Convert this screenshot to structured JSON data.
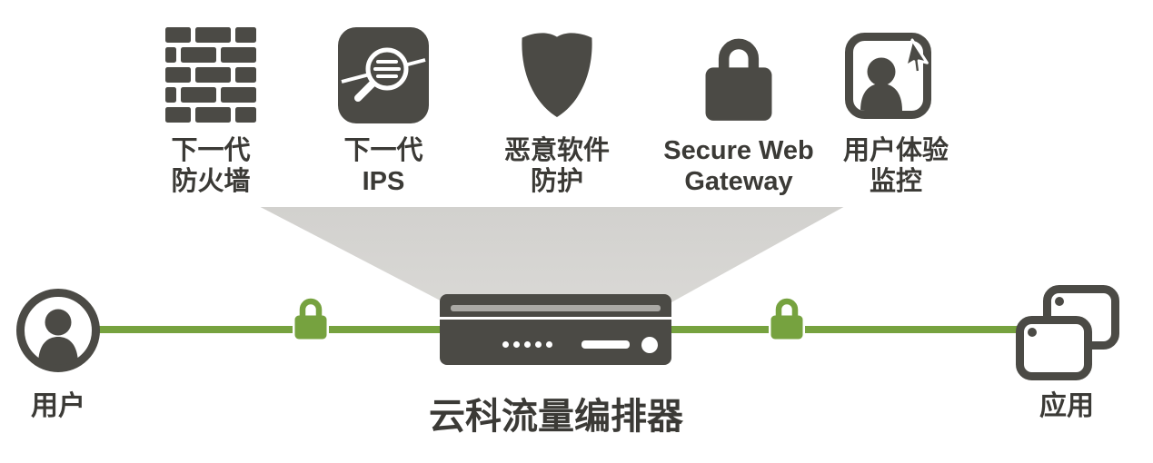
{
  "diagram": {
    "services": [
      {
        "icon": "firewall-icon",
        "label_line1": "下一代",
        "label_line2": "防火墙"
      },
      {
        "icon": "ips-magnifier-icon",
        "label_line1": "下一代",
        "label_line2": "IPS"
      },
      {
        "icon": "shield-icon",
        "label_line1": "恶意软件",
        "label_line2": "防护"
      },
      {
        "icon": "lock-icon",
        "label_line1": "Secure Web",
        "label_line2": "Gateway"
      },
      {
        "icon": "user-monitor-icon",
        "label_line1": "用户体验",
        "label_line2": "监控"
      }
    ],
    "orchestrator": {
      "label": "云科流量编排器"
    },
    "endpoints": {
      "user_label": "用户",
      "app_label": "应用"
    },
    "colors": {
      "icon_dark": "#4b4a45",
      "text_dark": "#3b3a36",
      "green": "#76a23f",
      "funnel_gray": "#d9d8d5"
    }
  }
}
